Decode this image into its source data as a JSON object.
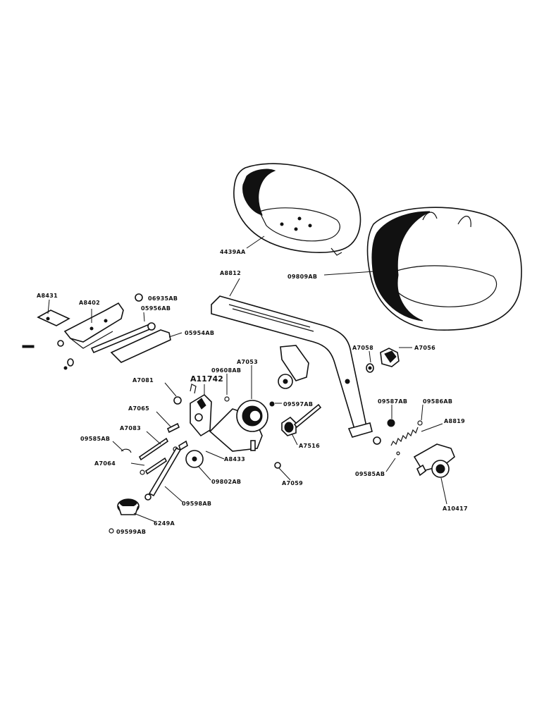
{
  "labels": {
    "l4439AA": "4439AA",
    "l09809AB": "09809AB",
    "lA8812": "A8812",
    "lA8431": "A8431",
    "lA8402": "A8402",
    "l06935AB": "06935AB",
    "l05956AB": "05956AB",
    "l05954AB": "05954AB",
    "lA7058": "A7058",
    "lA7056": "A7056",
    "lA7081": "A7081",
    "lA11742": "A11742",
    "l09608AB": "09608AB",
    "lA7053": "A7053",
    "l09597AB": "09597AB",
    "l09587AB": "09587AB",
    "l09586AB": "09586AB",
    "lA7065": "A7065",
    "lA7083": "A7083",
    "lA8819": "A8819",
    "l09585AB_left": "09585AB",
    "lA8433": "A8433",
    "lA7516": "A7516",
    "lA7064": "A7064",
    "l09802AB": "09802AB",
    "lA7059": "A7059",
    "l09585AB_right": "09585AB",
    "lA10417": "A10417",
    "l09598AB": "09598AB",
    "l6249A": "6249A",
    "l09599AB": "09599AB"
  }
}
